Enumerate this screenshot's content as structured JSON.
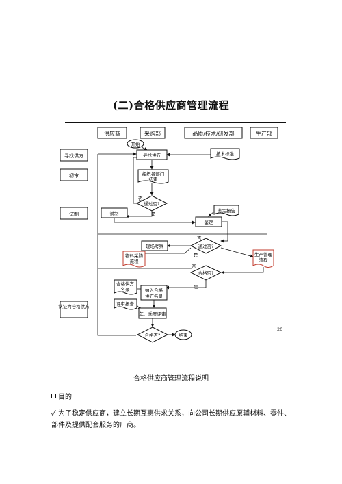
{
  "title": "(二)合格供应商管理流程",
  "columns": [
    "供应商",
    "采购部",
    "品质/技术/研发部",
    "生产部"
  ],
  "stages": [
    "寻找供方",
    "初审",
    "试制",
    "认证为合格供方"
  ],
  "nodes": {
    "start": "开始",
    "find": "寻找供方",
    "tech_std": "技术标准",
    "org_review_1": "组织各部门",
    "org_review_2": "初审",
    "pass1": "通过否?",
    "trial": "试制",
    "appraisal_report": "鉴定报告",
    "appraisal": "鉴定",
    "site_review": "现场考察",
    "pass2": "通过否?",
    "material_1": "物料采购",
    "material_2": "流程",
    "prod_mgmt_1": "生产管理",
    "prod_mgmt_2": "流程",
    "qualified1": "合格否?",
    "list_1": "合格供方",
    "list_2": "名录",
    "insert_1": "纳入合格",
    "insert_2": "供方名录",
    "eval_report": "评审报告",
    "annual_1": "年、季度评审",
    "qualified2": "合格否?",
    "end": "结束"
  },
  "edge_labels": {
    "no1": "否",
    "yes1": "是",
    "no2": "否",
    "yes2": "是",
    "no3": "否",
    "yes3": "是"
  },
  "page_number": "20",
  "caption": "合格供应商管理流程说明",
  "section_heading": "目的",
  "body_text": "✓ 为了稳定供应商，建立长期互惠供求关系，向公司长期供应原辅材料、零件、部件及提供配套服务的厂商。"
}
